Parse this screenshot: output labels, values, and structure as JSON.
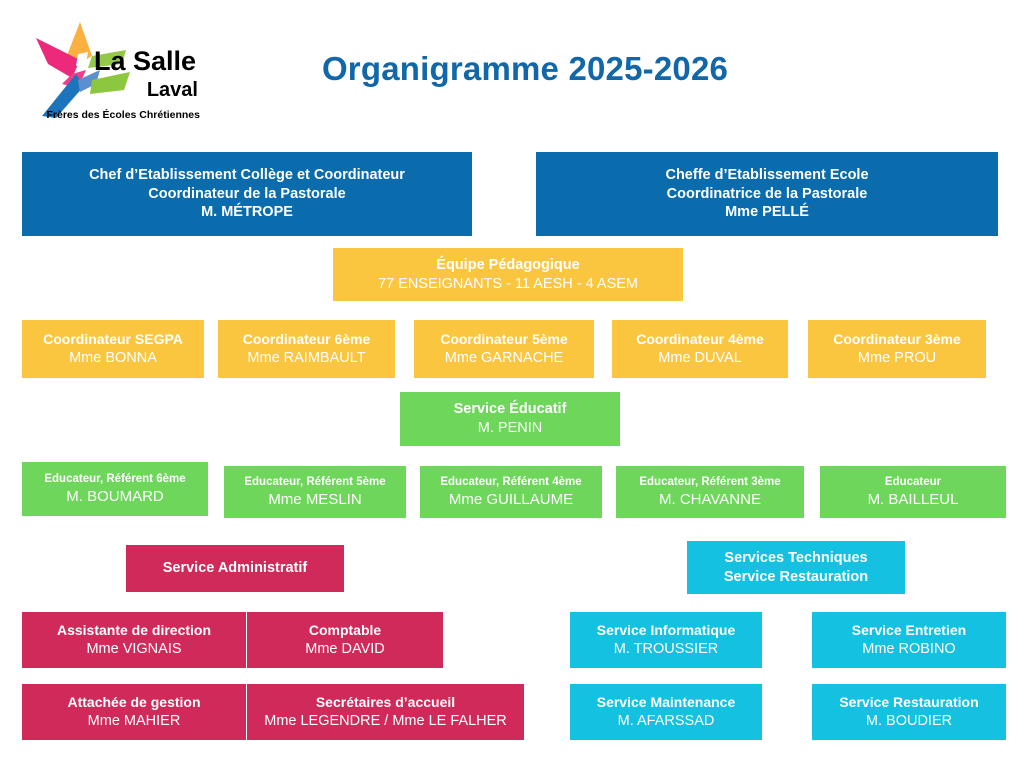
{
  "header": {
    "title": "Organigramme 2025-2026",
    "title_color": "#1167a8",
    "logo": {
      "name": "la-salle-laval-logo",
      "line1": "La Salle",
      "line2": "Laval",
      "line3": "Frères des Écoles Chrétiennes",
      "star_colors": [
        "#ec297b",
        "#fbb040",
        "#8dc63f",
        "#1c75bc",
        "#27aae1"
      ]
    }
  },
  "palette": {
    "blue": "#0a6cad",
    "yellow": "#fbc63f",
    "green": "#6ed65b",
    "pink": "#cf2a59",
    "cyan": "#14c1e0",
    "background": "#ffffff",
    "text_on_box": "#ffffff"
  },
  "chart_data": {
    "type": "diagram",
    "subtype": "organization-chart",
    "title": "Organigramme 2025-2026",
    "levels": [
      {
        "level": 1,
        "color": "blue",
        "nodes": [
          {
            "id": "chef-etablissement-college",
            "role_lines": [
              "Chef d’Etablissement Collège et Coordinateur",
              "Coordinateur de la Pastorale"
            ],
            "person": "M. MÉTROPE"
          },
          {
            "id": "cheffe-etablissement-ecole",
            "role_lines": [
              "Cheffe d’Etablissement Ecole",
              "Coordinatrice de la Pastorale"
            ],
            "person": "Mme PELLÉ"
          }
        ]
      },
      {
        "level": 2,
        "color": "yellow",
        "nodes": [
          {
            "id": "equipe-pedagogique",
            "role_lines": [
              "Équipe Pédagogique"
            ],
            "person": "77 ENSEIGNANTS - 11 AESH - 4 ASEM"
          }
        ]
      },
      {
        "level": 3,
        "color": "yellow",
        "nodes": [
          {
            "id": "coordinateur-segpa",
            "role_lines": [
              "Coordinateur SEGPA"
            ],
            "person": "Mme BONNA"
          },
          {
            "id": "coordinateur-6eme",
            "role_lines": [
              "Coordinateur 6ème"
            ],
            "person": "Mme RAIMBAULT"
          },
          {
            "id": "coordinateur-5eme",
            "role_lines": [
              "Coordinateur 5ème"
            ],
            "person": "Mme GARNACHE"
          },
          {
            "id": "coordinateur-4eme",
            "role_lines": [
              "Coordinateur 4ème"
            ],
            "person": "Mme DUVAL"
          },
          {
            "id": "coordinateur-3eme",
            "role_lines": [
              "Coordinateur 3ème"
            ],
            "person": "Mme PROU"
          }
        ]
      },
      {
        "level": 4,
        "color": "green",
        "nodes": [
          {
            "id": "service-educatif",
            "role_lines": [
              "Service Éducatif"
            ],
            "person": "M. PENIN"
          }
        ]
      },
      {
        "level": 5,
        "color": "green",
        "nodes": [
          {
            "id": "educateur-referent-6eme",
            "role_lines": [
              "Educateur, Référent 6ème"
            ],
            "person": "M. BOUMARD"
          },
          {
            "id": "educateur-referent-5eme",
            "role_lines": [
              "Educateur, Référent 5ème"
            ],
            "person": "Mme MESLIN"
          },
          {
            "id": "educateur-referent-4eme",
            "role_lines": [
              "Educateur, Référent 4ème"
            ],
            "person": "Mme GUILLAUME"
          },
          {
            "id": "educateur-referent-3eme",
            "role_lines": [
              "Educateur, Référent 3ème"
            ],
            "person": "M. CHAVANNE"
          },
          {
            "id": "educateur",
            "role_lines": [
              "Educateur"
            ],
            "person": "M. BAILLEUL"
          }
        ]
      },
      {
        "level": 6,
        "color": "pink",
        "nodes": [
          {
            "id": "service-administratif",
            "role_lines": [
              "Service Administratif"
            ],
            "person": ""
          }
        ]
      },
      {
        "level": 6,
        "color": "cyan",
        "nodes": [
          {
            "id": "services-techniques",
            "role_lines": [
              "Services Techniques",
              "Service Restauration"
            ],
            "person": ""
          }
        ]
      },
      {
        "level": 7,
        "color": "pink",
        "nodes": [
          {
            "id": "assistante-de-direction",
            "role_lines": [
              "Assistante de direction"
            ],
            "person": "Mme VIGNAIS"
          },
          {
            "id": "comptable",
            "role_lines": [
              "Comptable"
            ],
            "person": "Mme DAVID"
          },
          {
            "id": "attachee-de-gestion",
            "role_lines": [
              "Attachée de gestion"
            ],
            "person": "Mme MAHIER"
          },
          {
            "id": "secretaires-accueil",
            "role_lines": [
              "Secrétaires d’accueil"
            ],
            "person": "Mme LEGENDRE / Mme LE FALHER"
          }
        ]
      },
      {
        "level": 7,
        "color": "cyan",
        "nodes": [
          {
            "id": "service-informatique",
            "role_lines": [
              "Service Informatique"
            ],
            "person": "M. TROUSSIER"
          },
          {
            "id": "service-entretien",
            "role_lines": [
              "Service Entretien"
            ],
            "person": "Mme ROBINO"
          },
          {
            "id": "service-maintenance",
            "role_lines": [
              "Service Maintenance"
            ],
            "person": "M. AFARSSAD"
          },
          {
            "id": "service-restauration",
            "role_lines": [
              "Service Restauration"
            ],
            "person": "M. BOUDIER"
          }
        ]
      }
    ]
  },
  "boxes": {
    "chef_college": {
      "role_line1": "Chef d’Etablissement Collège et Coordinateur",
      "role_line2": "Coordinateur de la Pastorale",
      "person": "M. MÉTROPE"
    },
    "cheffe_ecole": {
      "role_line1": "Cheffe d’Etablissement Ecole",
      "role_line2": "Coordinatrice de la Pastorale",
      "person": "Mme PELLÉ"
    },
    "equipe_pedagogique": {
      "role": "Équipe Pédagogique",
      "person": "77 ENSEIGNANTS - 11 AESH - 4 ASEM"
    },
    "coord_segpa": {
      "role": "Coordinateur SEGPA",
      "person": "Mme BONNA"
    },
    "coord_6eme": {
      "role": "Coordinateur 6ème",
      "person": "Mme RAIMBAULT"
    },
    "coord_5eme": {
      "role": "Coordinateur 5ème",
      "person": "Mme GARNACHE"
    },
    "coord_4eme": {
      "role": "Coordinateur 4ème",
      "person": "Mme DUVAL"
    },
    "coord_3eme": {
      "role": "Coordinateur 3ème",
      "person": "Mme PROU"
    },
    "service_educatif": {
      "role": "Service Éducatif",
      "person": "M. PENIN"
    },
    "edu_6eme": {
      "role": "Educateur, Référent 6ème",
      "person": "M. BOUMARD"
    },
    "edu_5eme": {
      "role": "Educateur, Référent 5ème",
      "person": "Mme MESLIN"
    },
    "edu_4eme": {
      "role": "Educateur, Référent 4ème",
      "person": "Mme GUILLAUME"
    },
    "edu_3eme": {
      "role": "Educateur, Référent 3ème",
      "person": "M. CHAVANNE"
    },
    "edu_autre": {
      "role": "Educateur",
      "person": "M. BAILLEUL"
    },
    "service_administratif": {
      "role": "Service Administratif"
    },
    "services_techniques": {
      "role_line1": "Services Techniques",
      "role_line2": "Service Restauration"
    },
    "assistante_direction": {
      "role": "Assistante de direction",
      "person": "Mme VIGNAIS"
    },
    "comptable": {
      "role": "Comptable",
      "person": "Mme DAVID"
    },
    "attachee_gestion": {
      "role": "Attachée de gestion",
      "person": "Mme MAHIER"
    },
    "secretaires_accueil": {
      "role": "Secrétaires d’accueil",
      "person": "Mme LEGENDRE / Mme LE FALHER"
    },
    "service_informatique": {
      "role": "Service Informatique",
      "person": "M. TROUSSIER"
    },
    "service_entretien": {
      "role": "Service Entretien",
      "person": "Mme ROBINO"
    },
    "service_maintenance": {
      "role": "Service Maintenance",
      "person": "M. AFARSSAD"
    },
    "service_restauration": {
      "role": "Service Restauration",
      "person": "M. BOUDIER"
    }
  }
}
